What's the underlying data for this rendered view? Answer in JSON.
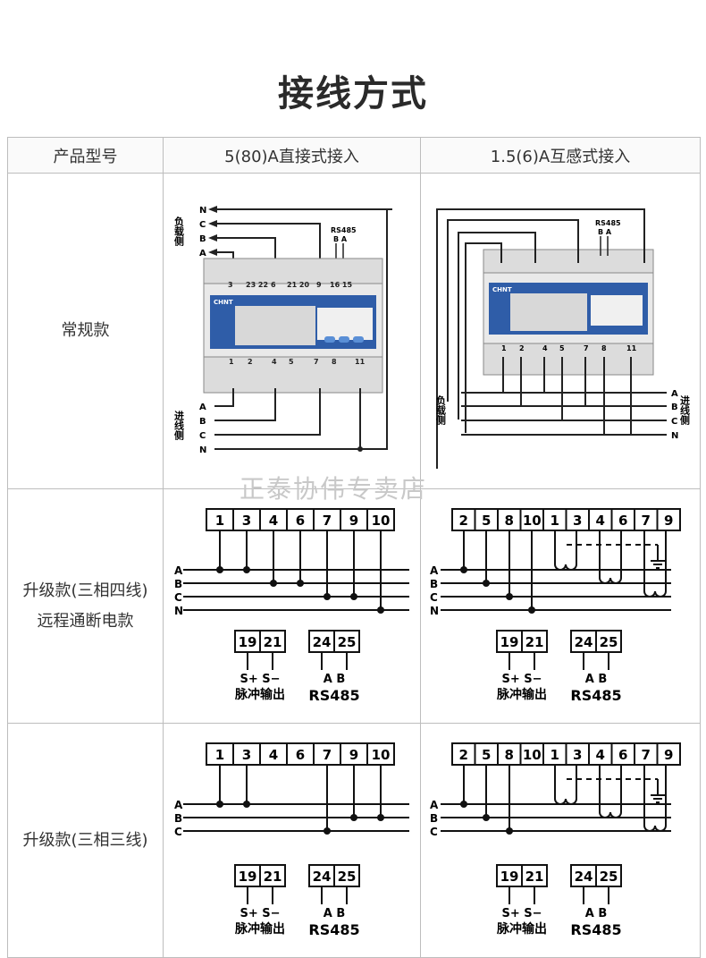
{
  "title": "接线方式",
  "watermark": "正泰协伟专卖店",
  "header": {
    "col1": "产品型号",
    "col2": "5(80)A直接式接入",
    "col3": "1.5(6)A互感式接入"
  },
  "rows": [
    {
      "label": "常规款"
    },
    {
      "label_line1": "升级款(三相四线)",
      "label_line2": "远程通断电款"
    },
    {
      "label": "升级款(三相三线)"
    }
  ],
  "meter": {
    "brand": "CHNT",
    "top_terminals_direct": [
      "3",
      "23 22",
      "6",
      "21 20",
      "9",
      "16 15"
    ],
    "bottom_terminals": [
      "1",
      "2",
      "4",
      "5",
      "7",
      "8",
      "11"
    ],
    "bottom_terminals_ct": [
      "1",
      "2",
      "4",
      "5",
      "7",
      "8",
      "11"
    ],
    "rs485_label": "RS485",
    "rs485_ba": "B  A",
    "load_side": "负载侧",
    "line_side": "进线侧",
    "phases": [
      "A",
      "B",
      "C",
      "N"
    ]
  },
  "upgrade4": {
    "direct_terms": [
      "1",
      "3",
      "4",
      "6",
      "7",
      "9",
      "10"
    ],
    "ct_terms": [
      "2",
      "5",
      "8",
      "10",
      "1",
      "3",
      "4",
      "6",
      "7",
      "9"
    ],
    "phases": [
      "A",
      "B",
      "C",
      "N"
    ]
  },
  "upgrade3": {
    "direct_terms": [
      "1",
      "3",
      "4",
      "6",
      "7",
      "9",
      "10"
    ],
    "ct_terms": [
      "2",
      "5",
      "8",
      "10",
      "1",
      "3",
      "4",
      "6",
      "7",
      "9"
    ],
    "phases": [
      "A",
      "B",
      "C"
    ]
  },
  "aux": {
    "pulse_terms": [
      "19",
      "21"
    ],
    "pulse_signals": "S+ S−",
    "pulse_label": "脉冲输出",
    "rs_terms": [
      "24",
      "25"
    ],
    "rs_signals": "A   B",
    "rs_label": "RS485"
  }
}
